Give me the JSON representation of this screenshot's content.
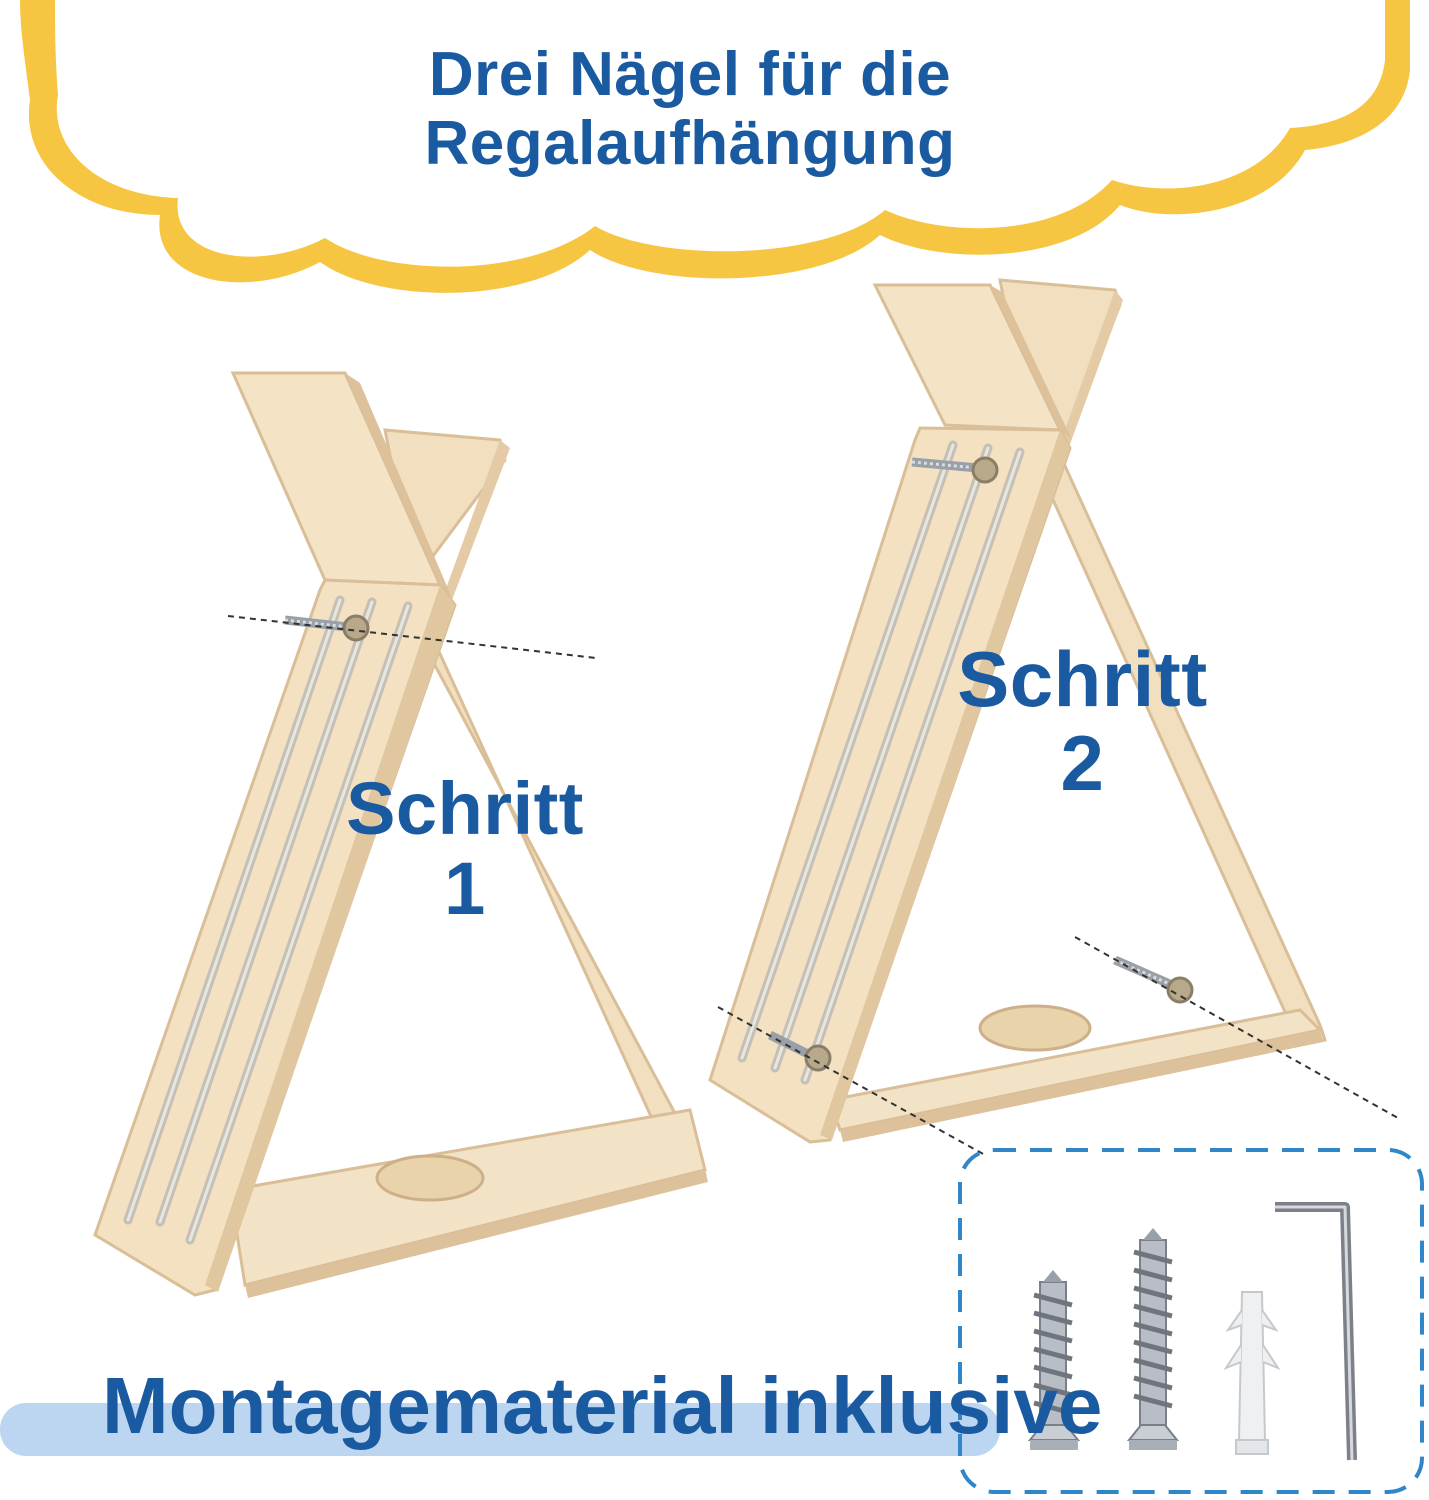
{
  "header": {
    "title_line1": "Drei Nägel für die",
    "title_line2": "Regalaufhängung"
  },
  "steps": [
    {
      "label": "Schritt",
      "number": "1"
    },
    {
      "label": "Schritt",
      "number": "2"
    }
  ],
  "footer": {
    "caption": "Montagematerial inklusive"
  },
  "hardware_icons": [
    "screw-icon",
    "long-screw-icon",
    "wall-plug-icon",
    "allen-key-icon"
  ],
  "colors": {
    "text_blue": "#1a5aa0",
    "cloud_outline": "#f6c542",
    "wood": "#f2e0c2",
    "wood_edge": "#dcc19a",
    "band_blue": "#bcd6f2",
    "dashed_box": "#2f86c8"
  }
}
